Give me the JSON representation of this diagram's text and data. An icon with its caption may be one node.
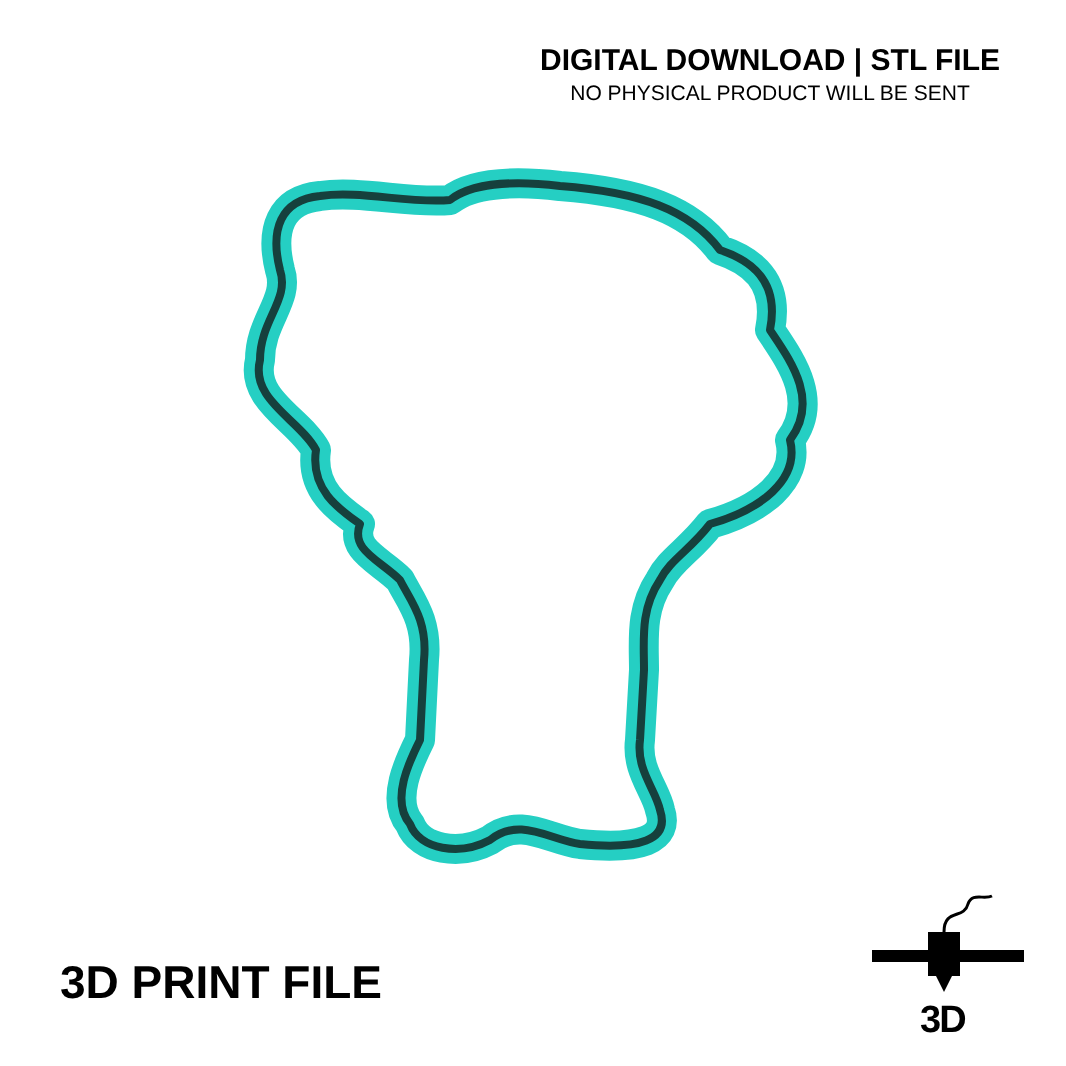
{
  "diagram": {
    "labels": [
      "DIGITAL DOWNLOAD | STL FILE",
      "NO PHYSICAL PRODUCT WILL BE SENT",
      "3D PRINT FILE",
      "3D"
    ]
  }
}
